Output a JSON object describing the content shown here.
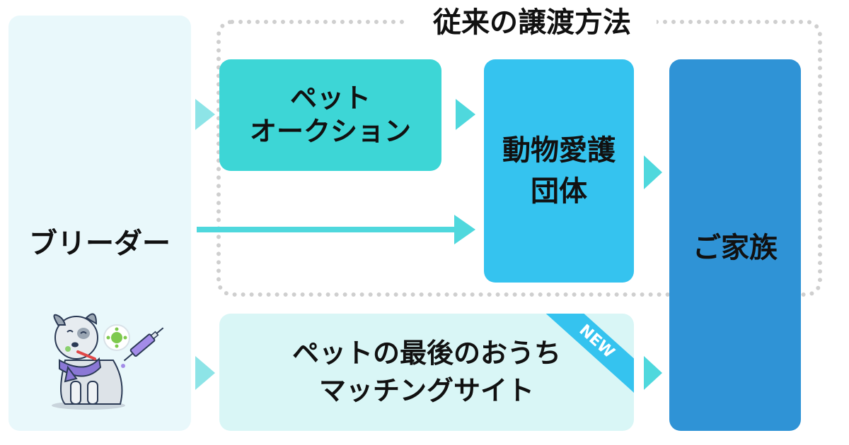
{
  "frame": {
    "title": "従来の譲渡方法"
  },
  "nodes": {
    "breeder": "ブリーダー",
    "auction": [
      "ペット",
      "オークション"
    ],
    "shelter": [
      "動物愛護",
      "団体"
    ],
    "family": "ご家族",
    "matching": [
      "ペットの最後のおうち",
      "マッチングサイト"
    ]
  },
  "badge": {
    "new": "NEW"
  },
  "colors": {
    "arrow": "#4fd8dd",
    "breeder_bg": "#e9f8fb",
    "auction_bg": "#3dd6d6",
    "shelter_bg": "#35c3ef",
    "family_bg": "#2f93d6",
    "matching_bg": "#d9f6f6"
  },
  "illustration": "sick-dog-illustration"
}
